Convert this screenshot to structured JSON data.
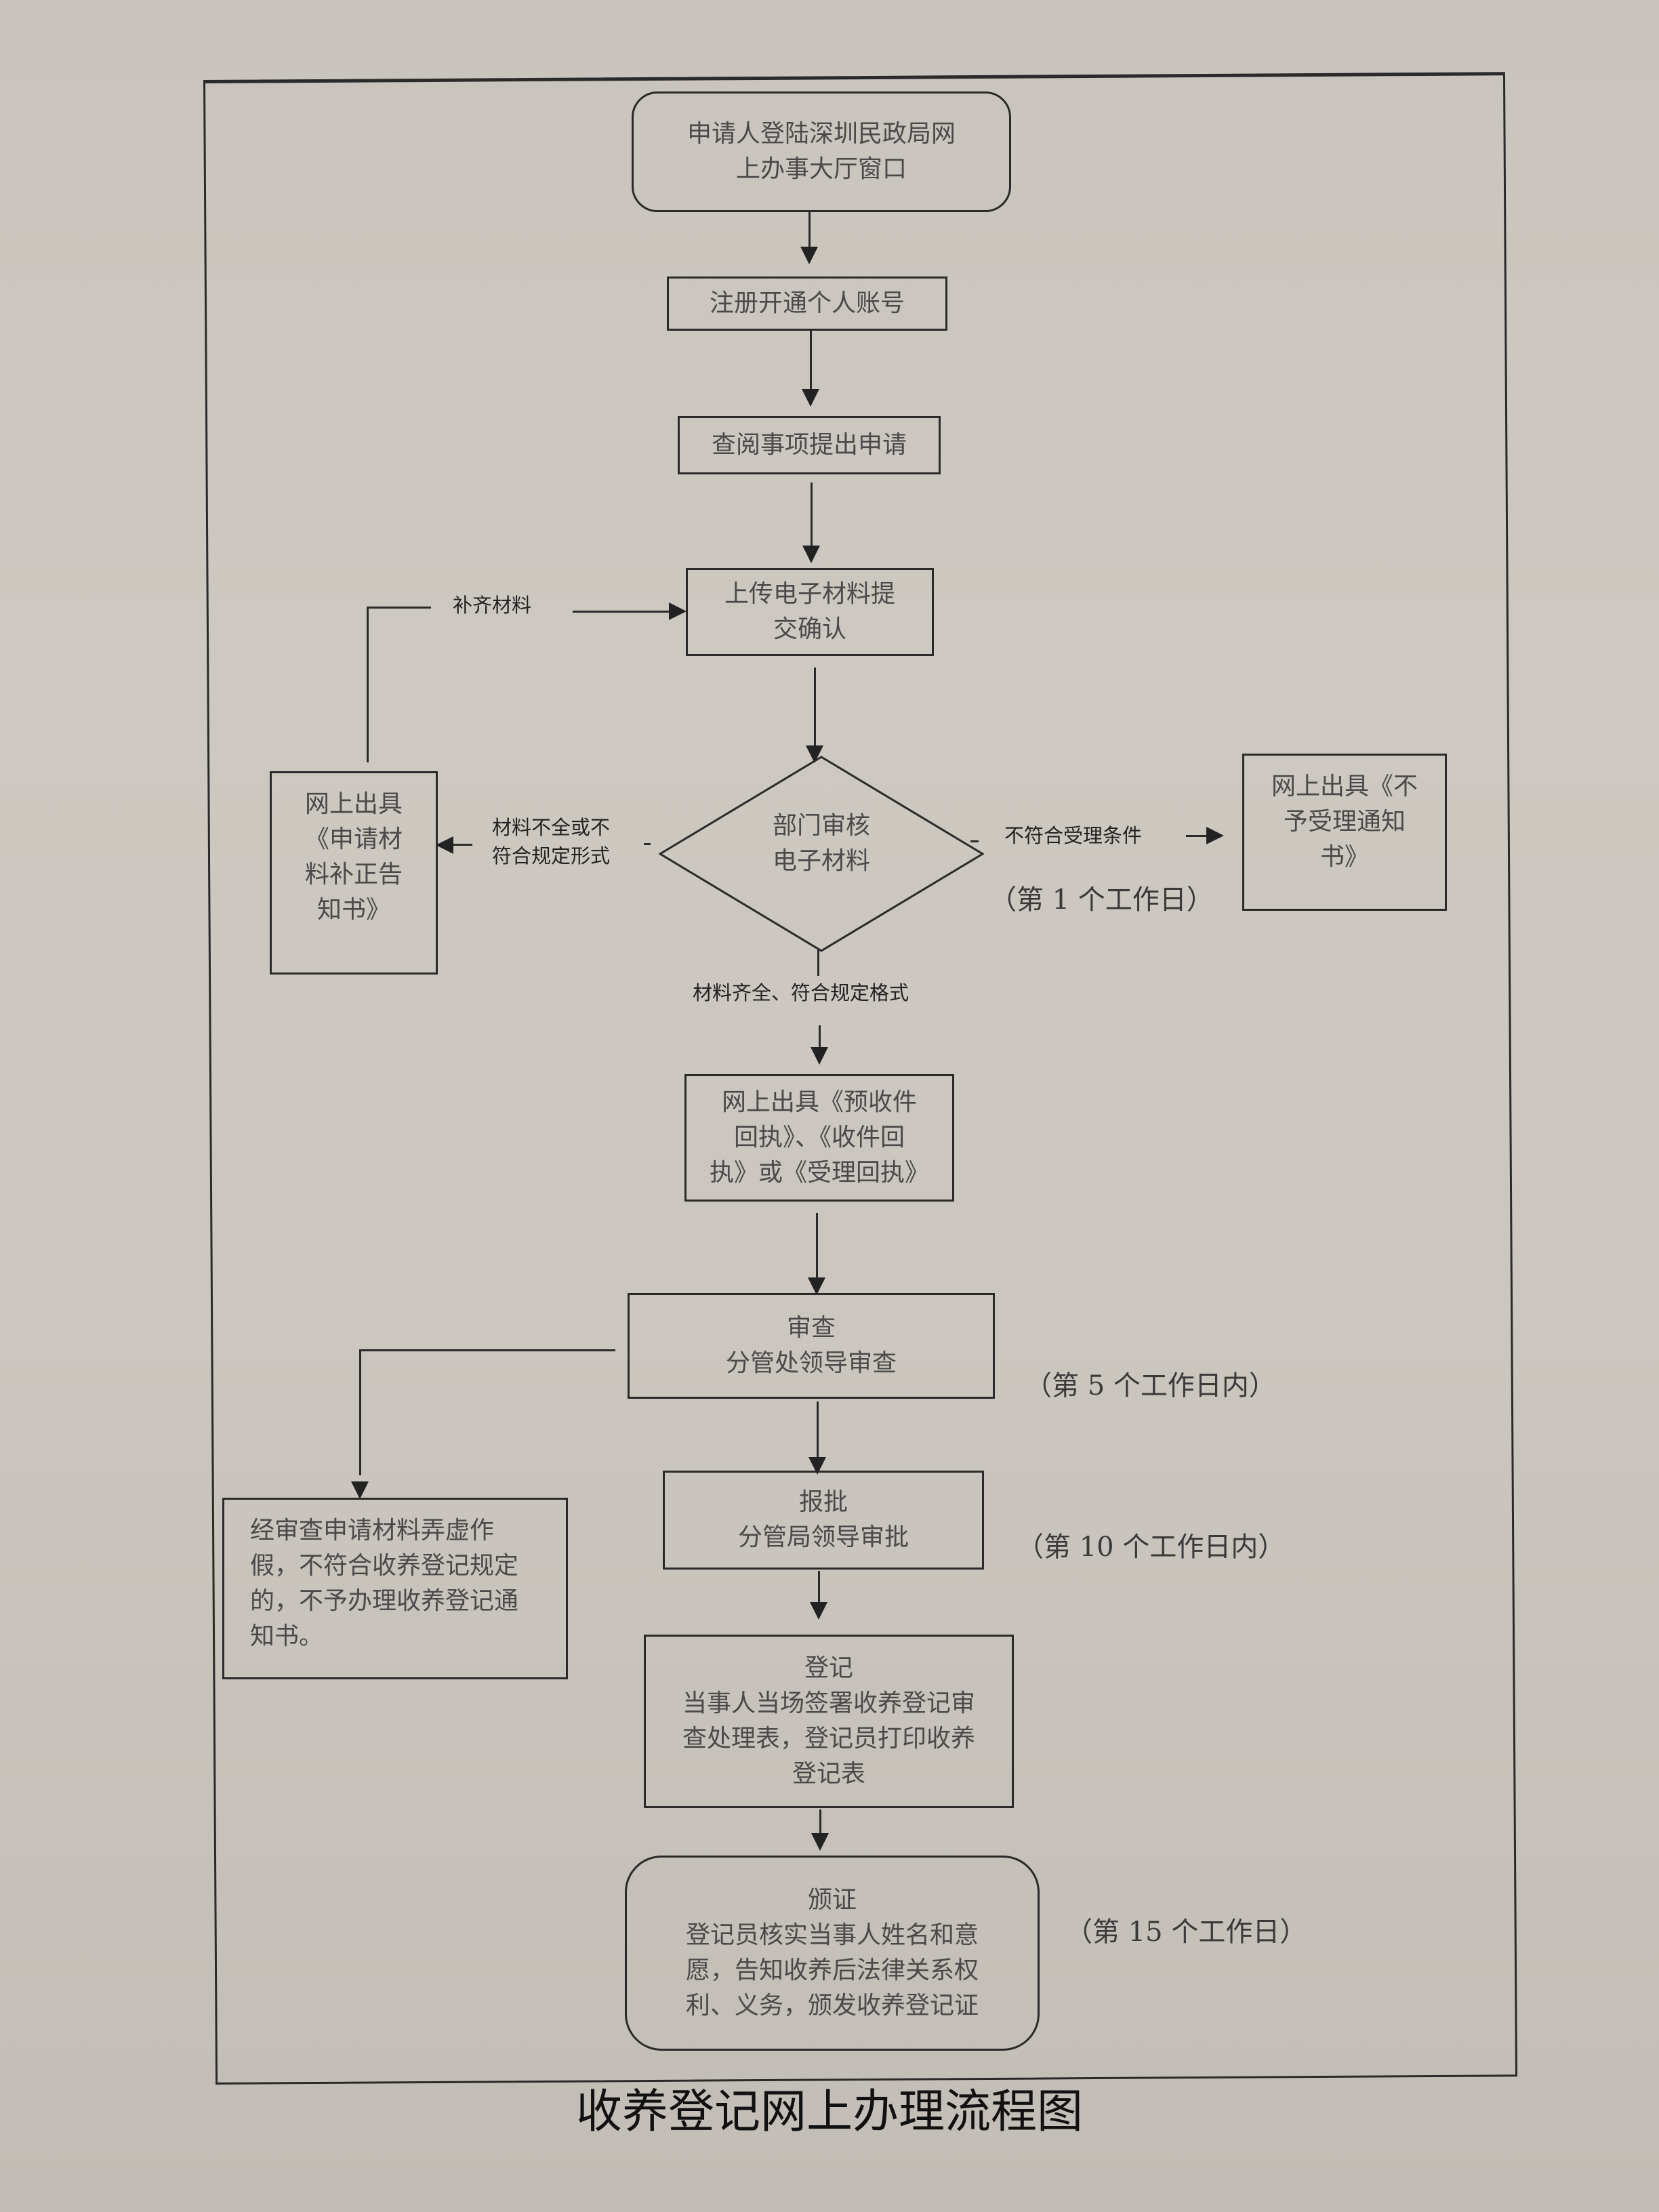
{
  "title": "收养登记网上办理流程图",
  "nodes": {
    "start": [
      "申请人登陆深圳民政局网",
      "上办事大厅窗口"
    ],
    "register": [
      "注册开通个人账号"
    ],
    "apply": [
      "查阅事项提出申请"
    ],
    "upload": [
      "上传电子材料提",
      "交确认"
    ],
    "review_decision": [
      "部门审核",
      "电子材料"
    ],
    "supplement_notice": [
      "网上出具",
      "《申请材",
      "料补正告",
      "知书》"
    ],
    "reject_notice": [
      "网上出具《不",
      "予受理通知",
      "书》"
    ],
    "receipt": [
      "网上出具《预收件",
      "回执》、《收件回",
      "执》或《受理回执》"
    ],
    "examine": [
      "审查",
      "分管处领导审查"
    ],
    "approve": [
      "报批",
      "分管局领导审批"
    ],
    "fraud_notice": [
      "经审查申请材料弄虚作",
      "假，不符合收养登记规定",
      "的，不予办理收养登记通",
      "知书。"
    ],
    "registration": [
      "登记",
      "当事人当场签署收养登记审",
      "查处理表，登记员打印收养",
      "登记表"
    ],
    "certificate": [
      "颁证",
      "登记员核实当事人姓名和意",
      "愿，告知收养后法律关系权",
      "利、义务，颁发收养登记证"
    ]
  },
  "edge_labels": {
    "supplement_materials": "补齐材料",
    "incomplete": [
      "材料不全或不",
      "符合规定形式"
    ],
    "not_eligible": "不符合受理条件",
    "complete": "材料齐全、符合规定格式"
  },
  "timeline_notes": {
    "day1": "（第 1 个工作日）",
    "day5": "（第 5 个工作日内）",
    "day10": "（第 10 个工作日内）",
    "day15": "（第 15 个工作日）"
  }
}
